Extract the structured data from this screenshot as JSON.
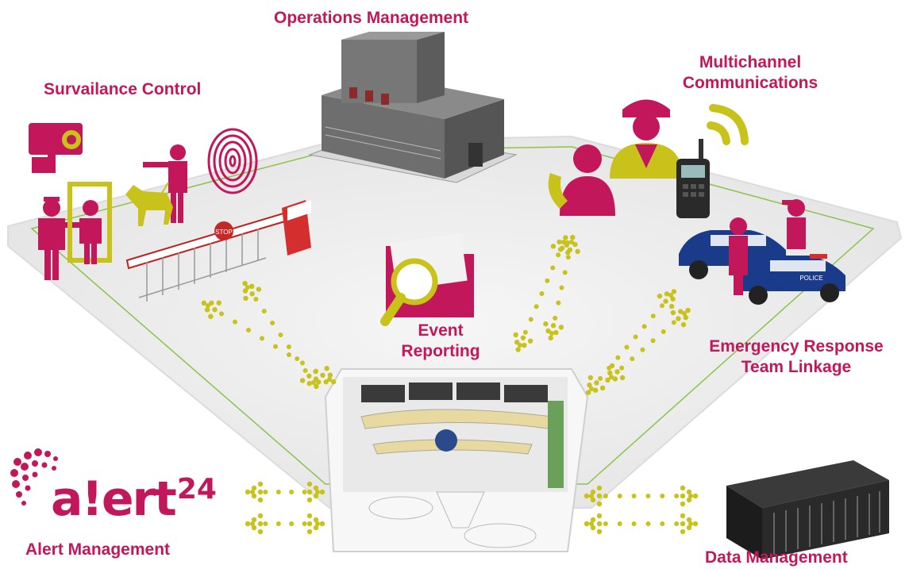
{
  "labels": {
    "operations": "Operations Management",
    "surveillance": "Survailance Control",
    "multichannel_line1": "Multichannel",
    "multichannel_line2": "Communications",
    "event_line1": "Event",
    "event_line2": "Reporting",
    "emergency_line1": "Emergency Response",
    "emergency_line2": "Team Linkage",
    "alert": "Alert Management",
    "data": "Data Management"
  },
  "logo": {
    "word": "a!ert",
    "superscript": "24"
  },
  "signs": {
    "stop": "STOP",
    "police": "POLICE"
  },
  "colors": {
    "accent": "#c2185b",
    "arrow": "#c8c21a",
    "floor": "#eeeeee",
    "floor_border": "#8bc34a"
  },
  "icons": [
    "camera-icon",
    "guard-icon",
    "metal-detector-icon",
    "dog-handler-icon",
    "fingerprint-icon",
    "barrier-gate-icon",
    "building-icon",
    "caller-icon",
    "police-officer-icon",
    "radio-icon",
    "signal-icon",
    "folder-search-icon",
    "police-car-icon",
    "control-room-icon",
    "server-icon",
    "alert24-logo"
  ]
}
